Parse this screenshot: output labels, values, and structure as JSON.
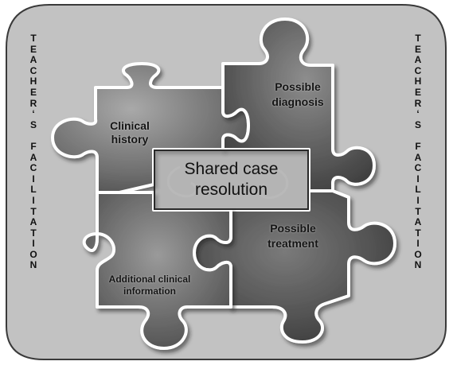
{
  "left_caption": [
    "T",
    "E",
    "A",
    "C",
    "H",
    "E",
    "R",
    "‘",
    "S",
    "",
    "F",
    "A",
    "C",
    "I",
    "L",
    "I",
    "T",
    "A",
    "T",
    "I",
    "O",
    "N"
  ],
  "right_caption": [
    "T",
    "E",
    "A",
    "C",
    "H",
    "E",
    "R",
    "‘",
    "S",
    "",
    "F",
    "A",
    "C",
    "I",
    "L",
    "I",
    "T",
    "A",
    "T",
    "I",
    "O",
    "N"
  ],
  "pieces": {
    "history": {
      "line1": "Clinical",
      "line2": "history"
    },
    "diagnosis": {
      "line1": "Possible",
      "line2": "diagnosis"
    },
    "treatment": {
      "line1": "Possible",
      "line2": "treatment"
    },
    "additional": {
      "line1": "Additional clinical",
      "line2": "information"
    }
  },
  "center": {
    "line1": "Shared case",
    "line2": "resolution"
  },
  "colors": {
    "frame_fill": "#c2c2c2",
    "frame_stroke": "#3a3a3a",
    "piece_edge": "#ffffff",
    "piece_shadow": "#1e1e1e"
  }
}
